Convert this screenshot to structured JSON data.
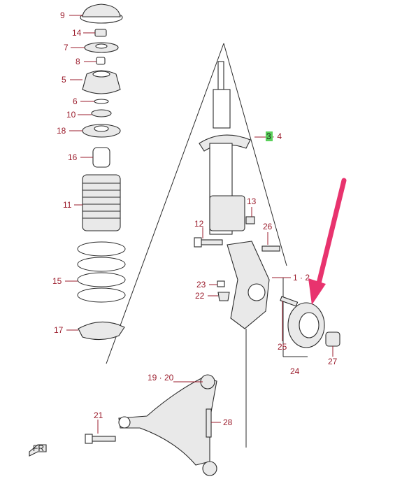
{
  "labels": {
    "l9": "9",
    "l14": "14",
    "l7": "7",
    "l8": "8",
    "l5": "5",
    "l6": "6",
    "l10": "10",
    "l18": "18",
    "l16": "16",
    "l11": "11",
    "l15": "15",
    "l17": "17",
    "l3": "3",
    "l3b": "· 4",
    "l13": "13",
    "l12": "12",
    "l26": "26",
    "l1": "1 · 2",
    "l23": "23",
    "l22": "22",
    "l25": "25",
    "l24": "24",
    "l27": "27",
    "l1920": "19 · 20",
    "l21": "21",
    "l28": "28"
  },
  "highlight_color": "#5bd15b",
  "arrow_color": "#e8336e",
  "label_color": "#9b1c2c",
  "front_icon_text": "FR"
}
